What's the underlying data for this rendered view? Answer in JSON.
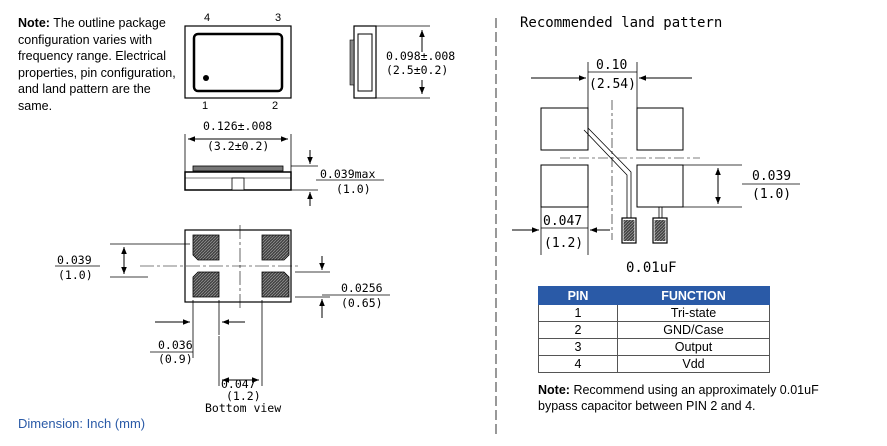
{
  "note": {
    "label": "Note:",
    "text": "The outline package configuration varies with frequency range. Electrical properties, pin configuration, and land pattern are the same."
  },
  "dimension_label": "Dimension: Inch (mm)",
  "package": {
    "pin_labels": [
      "4",
      "3",
      "1",
      "2"
    ],
    "height_in": "0.098±.008",
    "height_mm": "(2.5±0.2)",
    "width_in": "0.126±.008",
    "width_mm": "(3.2±0.2)",
    "thickness_in": "0.039max",
    "thickness_mm": "(1.0)"
  },
  "bottom_view": {
    "pad_height_in": "0.039",
    "pad_height_mm": "(1.0)",
    "gap_in": "0.0256",
    "gap_mm": "(0.65)",
    "pad_width_in": "0.036",
    "pad_width_mm": "(0.9)",
    "pitch_in": "0.047",
    "pitch_mm": "(1.2)",
    "caption": "Bottom view"
  },
  "land_pattern": {
    "title": "Recommended land pattern",
    "spacing_in": "0.10",
    "spacing_mm": "(2.54)",
    "pad_in": "0.039",
    "pad_mm": "(1.0)",
    "gap_in": "0.047",
    "gap_mm": "(1.2)",
    "cap_label": "0.01uF"
  },
  "pin_table": {
    "headers": [
      "PIN",
      "FUNCTION"
    ],
    "rows": [
      [
        "1",
        "Tri-state"
      ],
      [
        "2",
        "GND/Case"
      ],
      [
        "3",
        "Output"
      ],
      [
        "4",
        "Vdd"
      ]
    ]
  },
  "bottom_note": {
    "label": "Note:",
    "text": "Recommend using an approximately 0.01uF bypass capacitor between PIN 2 and 4."
  },
  "colors": {
    "accent": "#2a5aa7",
    "pad_fill": "#5a5a5a"
  }
}
